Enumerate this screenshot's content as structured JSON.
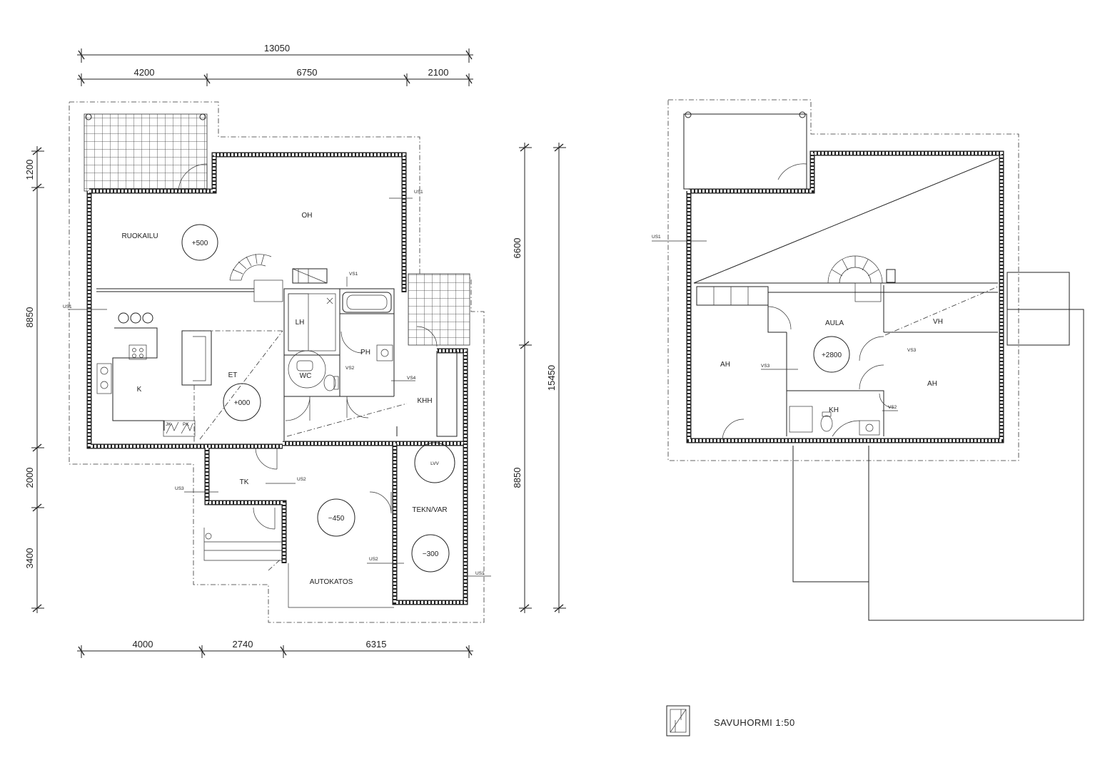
{
  "dimensions": {
    "top_total": "13050",
    "top_a": "4200",
    "top_b": "6750",
    "top_c": "2100",
    "left_a": "1200",
    "left_b": "8850",
    "left_c": "2000",
    "left_d": "3400",
    "bottom_a": "4000",
    "bottom_b": "2740",
    "bottom_c": "6315",
    "mid_a": "6600",
    "mid_b": "8850",
    "mid_total": "15450"
  },
  "ground_floor": {
    "rooms": {
      "ruokailu": "RUOKAILU",
      "oh": "OH",
      "k": "K",
      "et": "ET",
      "lh": "LH",
      "wc": "WC",
      "ph": "PH",
      "khh": "KHH",
      "tk": "TK",
      "tekn_var": "TEKN/VAR",
      "autokatos": "AUTOKATOS",
      "lvv": "LVV"
    },
    "levels": {
      "ruokailu": "+500",
      "et": "+000",
      "autokatos": "−450",
      "tekn": "−300"
    },
    "tags": {
      "us1_oh": "US1",
      "us1_k": "US1",
      "us1_tekn": "US1",
      "vs1": "VS1",
      "vs2_wc": "VS2",
      "vs4": "VS4",
      "us2_tk": "US2",
      "us3_tk": "US3",
      "us2_auto": "US2",
      "jk": "JK",
      "pk": "PK"
    }
  },
  "upper_floor": {
    "rooms": {
      "aula": "AULA",
      "vh": "VH",
      "ah_left": "AH",
      "ah_right": "AH",
      "kh": "KH"
    },
    "levels": {
      "aula": "+2800"
    },
    "tags": {
      "us1": "US1",
      "vs3_left": "VS3",
      "vs3_right": "VS3",
      "vs2": "VS2"
    }
  },
  "legend": {
    "label": "SAVUHORMI 1:50"
  }
}
